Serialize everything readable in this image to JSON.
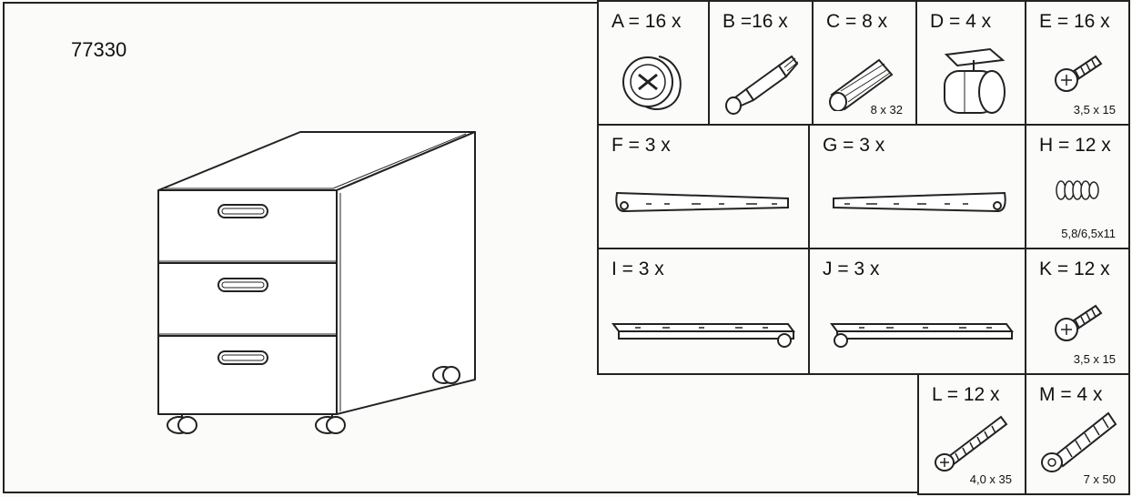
{
  "product": {
    "model_number": "77330"
  },
  "parts": [
    {
      "letter": "A",
      "label": "A = 16 x",
      "icon": "cam-lock-icon",
      "size": ""
    },
    {
      "letter": "B",
      "label": "B =16 x",
      "icon": "cam-bolt-icon",
      "size": ""
    },
    {
      "letter": "C",
      "label": "C = 8 x",
      "icon": "wood-dowel-icon",
      "size": "8 x 32"
    },
    {
      "letter": "D",
      "label": "D = 4 x",
      "icon": "caster-wheel-icon",
      "size": ""
    },
    {
      "letter": "E",
      "label": "E = 16 x",
      "icon": "screw-icon",
      "size": "3,5 x 15"
    },
    {
      "letter": "F",
      "label": "F = 3 x",
      "icon": "drawer-rail-icon",
      "size": ""
    },
    {
      "letter": "G",
      "label": "G = 3 x",
      "icon": "drawer-rail-icon",
      "size": ""
    },
    {
      "letter": "H",
      "label": "H = 12 x",
      "icon": "plastic-anchor-icon",
      "size": "5,8/6,5x11"
    },
    {
      "letter": "I",
      "label": "I = 3 x",
      "icon": "cabinet-rail-icon",
      "size": ""
    },
    {
      "letter": "J",
      "label": "J = 3 x",
      "icon": "cabinet-rail-icon",
      "size": ""
    },
    {
      "letter": "K",
      "label": "K = 12 x",
      "icon": "screw-icon",
      "size": "3,5 x 15"
    },
    {
      "letter": "L",
      "label": "L = 12 x",
      "icon": "long-screw-icon",
      "size": "4,0 x 35"
    },
    {
      "letter": "M",
      "label": "M = 4 x",
      "icon": "connector-bolt-icon",
      "size": "7 x 50"
    }
  ]
}
